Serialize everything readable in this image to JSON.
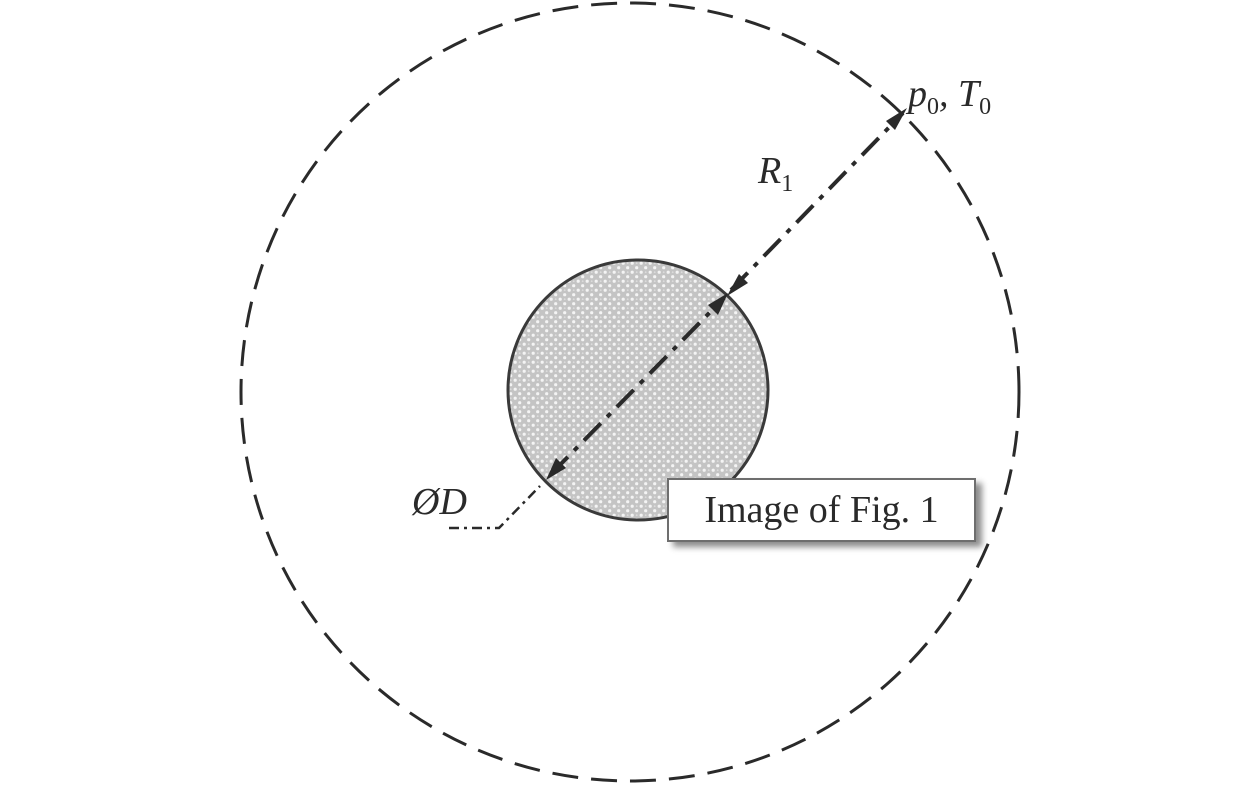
{
  "figure": {
    "labels": {
      "pressure_symbol": "p",
      "pressure_subscript": "0",
      "separator": ", ",
      "temperature_symbol": "T",
      "temperature_subscript": "0",
      "radius_symbol": "R",
      "radius_subscript": "1",
      "diameter_label": "ØD"
    },
    "caption": "Image of Fig. 1",
    "colors": {
      "ink": "#2a2a2a",
      "sphere_fill": "#c8c8c8",
      "sphere_dots": "#f2f2f2",
      "caption_border": "#6e6e6e"
    }
  }
}
